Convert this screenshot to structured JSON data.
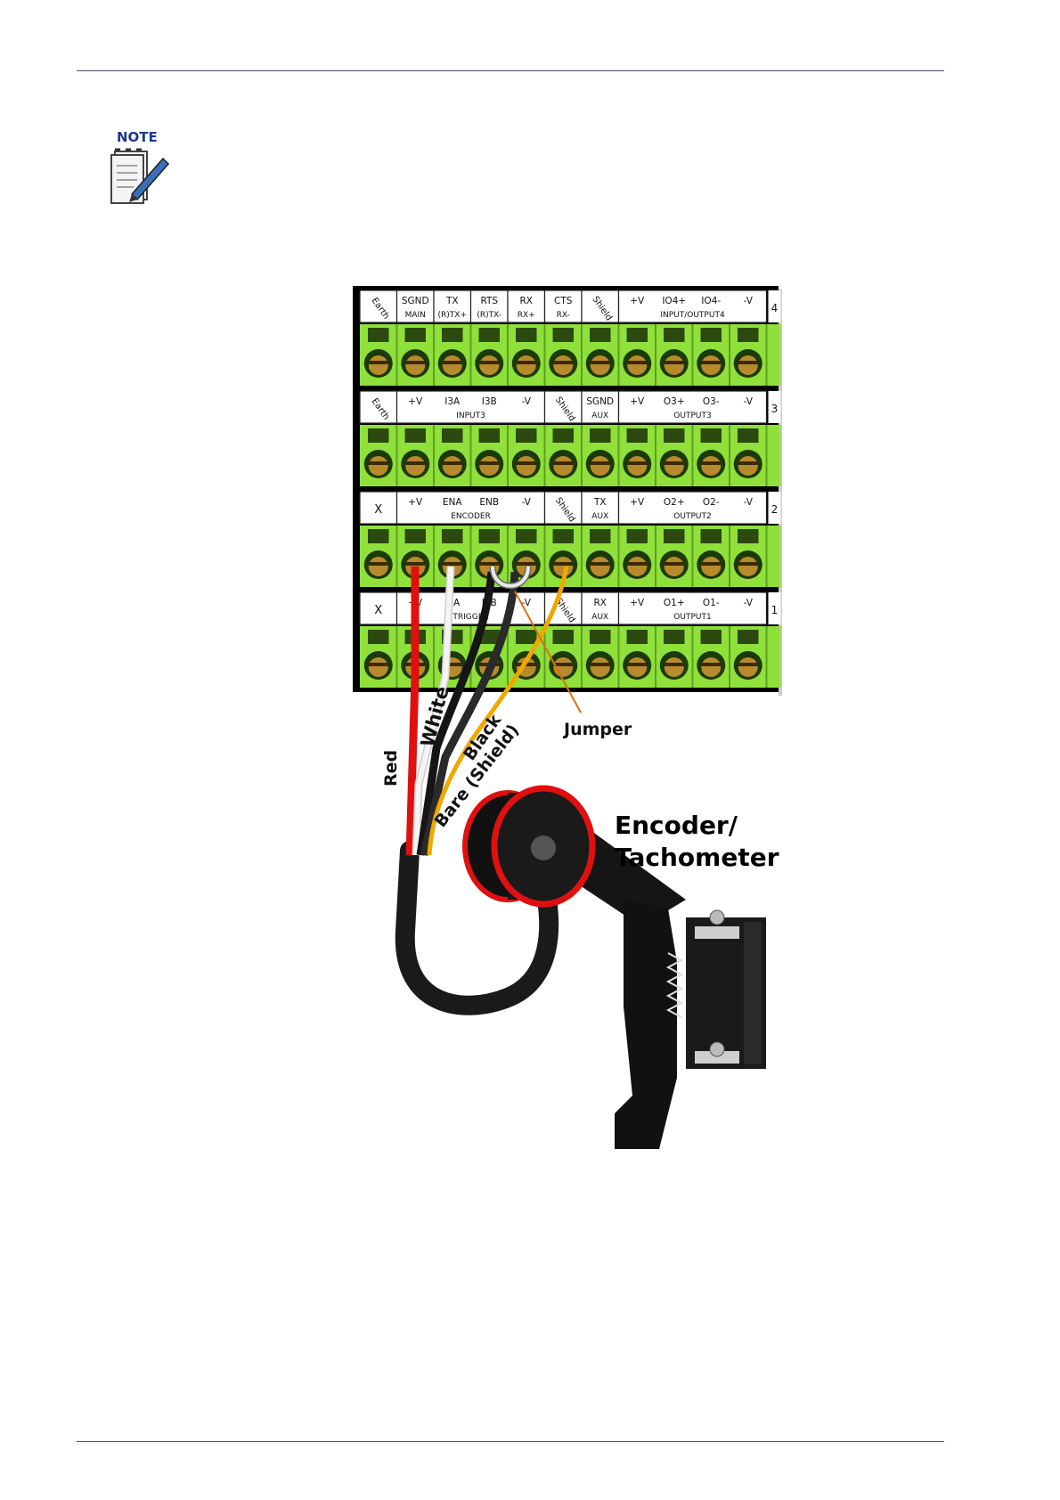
{
  "note": {
    "icon_text": "NOTE"
  },
  "rows": [
    {
      "row_number": "4",
      "cells": [
        {
          "type": "rot",
          "text": "Earth",
          "span": 1
        },
        {
          "type": "two",
          "top": "SGND",
          "bottom": "MAIN",
          "span": 1
        },
        {
          "type": "two",
          "top": "TX",
          "bottom": "(R)TX+",
          "span": 1
        },
        {
          "type": "two",
          "top": "RTS",
          "bottom": "(R)TX-",
          "span": 1
        },
        {
          "type": "two",
          "top": "RX",
          "bottom": "RX+",
          "span": 1
        },
        {
          "type": "two",
          "top": "CTS",
          "bottom": "RX-",
          "span": 1
        },
        {
          "type": "rot",
          "text": "Shield",
          "span": 1
        },
        {
          "type": "group",
          "tops": [
            "+V",
            "IO4+",
            "IO4-",
            "-V"
          ],
          "bottom": "INPUT/OUTPUT4",
          "span": 4
        }
      ]
    },
    {
      "row_number": "3",
      "cells": [
        {
          "type": "rot",
          "text": "Earth",
          "span": 1
        },
        {
          "type": "group",
          "tops": [
            "+V",
            "I3A",
            "I3B",
            "-V"
          ],
          "bottom": "INPUT3",
          "span": 4
        },
        {
          "type": "rot",
          "text": "Shield",
          "span": 1
        },
        {
          "type": "two",
          "top": "SGND",
          "bottom": "AUX",
          "span": 1
        },
        {
          "type": "group",
          "tops": [
            "+V",
            "O3+",
            "O3-",
            "-V"
          ],
          "bottom": "OUTPUT3",
          "span": 4
        }
      ]
    },
    {
      "row_number": "2",
      "cells": [
        {
          "type": "one",
          "text": "X",
          "span": 1
        },
        {
          "type": "group",
          "tops": [
            "+V",
            "ENA",
            "ENB",
            "-V"
          ],
          "bottom": "ENCODER",
          "span": 4
        },
        {
          "type": "rot",
          "text": "Shield",
          "span": 1
        },
        {
          "type": "two",
          "top": "TX",
          "bottom": "AUX",
          "span": 1
        },
        {
          "type": "group",
          "tops": [
            "+V",
            "O2+",
            "O2-",
            "-V"
          ],
          "bottom": "OUTPUT2",
          "span": 4
        }
      ]
    },
    {
      "row_number": "1",
      "cells": [
        {
          "type": "one",
          "text": "X",
          "span": 1
        },
        {
          "type": "group",
          "tops": [
            "+V",
            "I1A",
            "I1B",
            "-V"
          ],
          "bottom": "TRIGGER",
          "span": 4
        },
        {
          "type": "rot",
          "text": "Shield",
          "span": 1
        },
        {
          "type": "two",
          "top": "RX",
          "bottom": "AUX",
          "span": 1
        },
        {
          "type": "group",
          "tops": [
            "+V",
            "O1+",
            "O1-",
            "-V"
          ],
          "bottom": "OUTPUT1",
          "span": 4
        }
      ]
    }
  ],
  "wire_labels": {
    "red": "Red",
    "white": "White",
    "black": "Black",
    "bare": "Bare (Shield)",
    "jumper": "Jumper"
  },
  "device_label": [
    "Encoder/",
    "Tachometer"
  ],
  "colors": {
    "terminal_green": "#8fe03a",
    "terminal_dark": "#2c4a10",
    "screw_brass": "#b88a2e",
    "wire_red": "#e01010",
    "wire_white": "#e8e8e8",
    "wire_black": "#151515",
    "wire_bare": "#f0a800",
    "rule": "#4a4a6a",
    "note_blue": "#1b3a8c"
  }
}
